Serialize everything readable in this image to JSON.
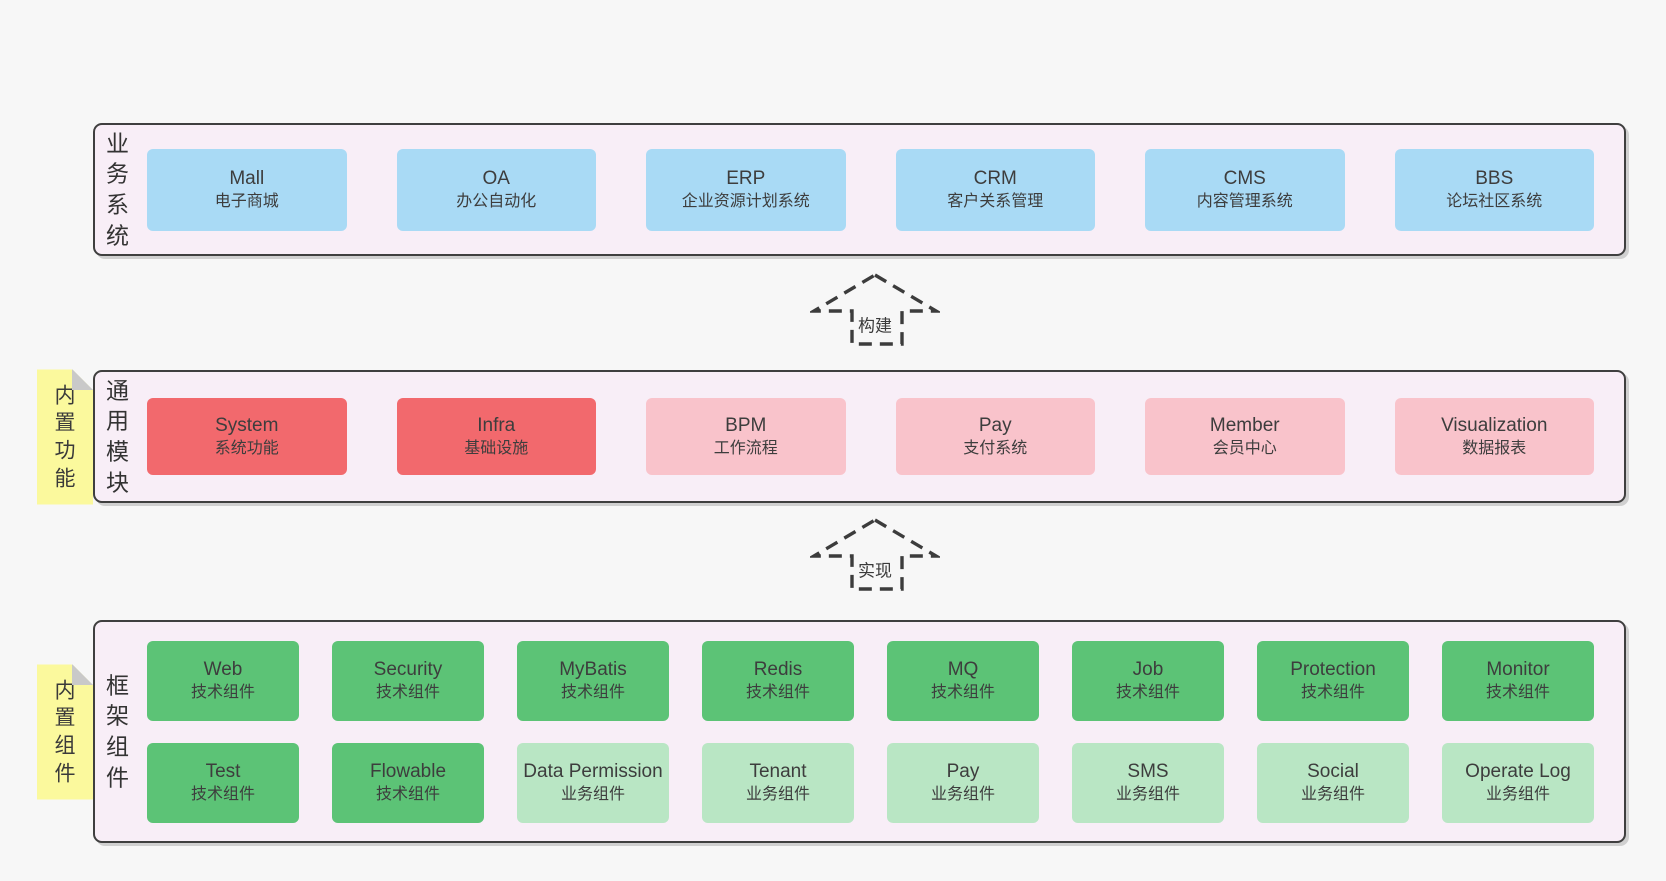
{
  "colors": {
    "page_bg": "#f7f7f7",
    "container_bg": "#f8eef7",
    "container_border": "#3f3f3f",
    "blue": "#a9daf5",
    "red": "#f2696d",
    "pink": "#f9c3cb",
    "green": "#5cc376",
    "light_green": "#b9e6c4",
    "yellow_note": "#fbf99d",
    "fold_gray": "#c9c9c9",
    "text": "#3d3d3d"
  },
  "arrows": [
    {
      "label": "构建"
    },
    {
      "label": "实现"
    }
  ],
  "sections": [
    {
      "label": "业务系统",
      "note": null,
      "rows": [
        [
          {
            "name": "Mall",
            "sub": "电子商城",
            "color": "blue"
          },
          {
            "name": "OA",
            "sub": "办公自动化",
            "color": "blue"
          },
          {
            "name": "ERP",
            "sub": "企业资源计划系统",
            "color": "blue"
          },
          {
            "name": "CRM",
            "sub": "客户关系管理",
            "color": "blue"
          },
          {
            "name": "CMS",
            "sub": "内容管理系统",
            "color": "blue"
          },
          {
            "name": "BBS",
            "sub": "论坛社区系统",
            "color": "blue"
          }
        ]
      ]
    },
    {
      "label": "通用模块",
      "note": "内置功能",
      "rows": [
        [
          {
            "name": "System",
            "sub": "系统功能",
            "color": "red"
          },
          {
            "name": "Infra",
            "sub": "基础设施",
            "color": "red"
          },
          {
            "name": "BPM",
            "sub": "工作流程",
            "color": "pink"
          },
          {
            "name": "Pay",
            "sub": "支付系统",
            "color": "pink"
          },
          {
            "name": "Member",
            "sub": "会员中心",
            "color": "pink"
          },
          {
            "name": "Visualization",
            "sub": "数据报表",
            "color": "pink"
          }
        ]
      ]
    },
    {
      "label": "框架组件",
      "note": "内置组件",
      "rows": [
        [
          {
            "name": "Web",
            "sub": "技术组件",
            "color": "green"
          },
          {
            "name": "Security",
            "sub": "技术组件",
            "color": "green"
          },
          {
            "name": "MyBatis",
            "sub": "技术组件",
            "color": "green"
          },
          {
            "name": "Redis",
            "sub": "技术组件",
            "color": "green"
          },
          {
            "name": "MQ",
            "sub": "技术组件",
            "color": "green"
          },
          {
            "name": "Job",
            "sub": "技术组件",
            "color": "green"
          },
          {
            "name": "Protection",
            "sub": "技术组件",
            "color": "green"
          },
          {
            "name": "Monitor",
            "sub": "技术组件",
            "color": "green"
          }
        ],
        [
          {
            "name": "Test",
            "sub": "技术组件",
            "color": "green"
          },
          {
            "name": "Flowable",
            "sub": "技术组件",
            "color": "green"
          },
          {
            "name": "Data Permission",
            "sub": "业务组件",
            "color": "light_green"
          },
          {
            "name": "Tenant",
            "sub": "业务组件",
            "color": "light_green"
          },
          {
            "name": "Pay",
            "sub": "业务组件",
            "color": "light_green"
          },
          {
            "name": "SMS",
            "sub": "业务组件",
            "color": "light_green"
          },
          {
            "name": "Social",
            "sub": "业务组件",
            "color": "light_green"
          },
          {
            "name": "Operate Log",
            "sub": "业务组件",
            "color": "light_green"
          }
        ]
      ]
    }
  ]
}
